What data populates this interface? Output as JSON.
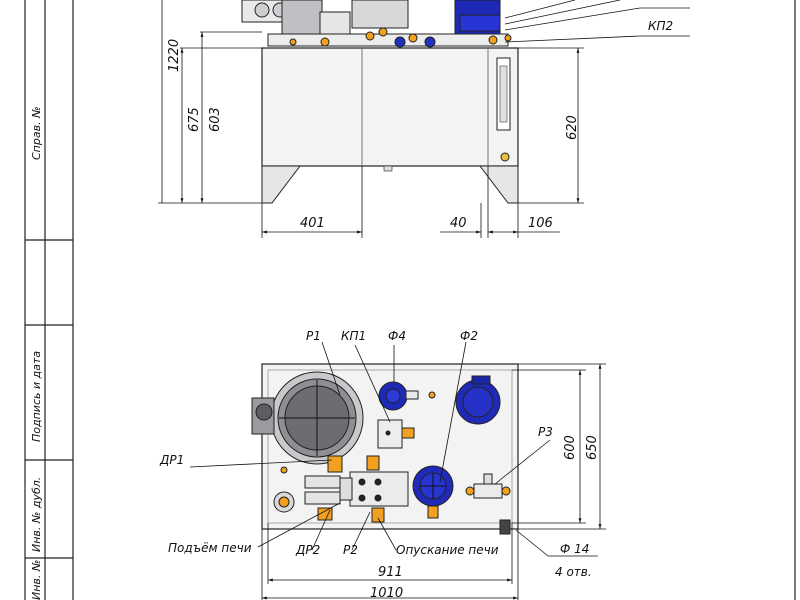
{
  "stamp": {
    "cells": [
      "Справ. №",
      "Подпись и дата",
      "Инв. № дубл.",
      "Инв. №"
    ]
  },
  "front_view": {
    "labels": {
      "kp2": "КП2"
    },
    "dims": {
      "h_total": "1220",
      "h_tank_top": "675",
      "h_tank_body": "603",
      "h_right": "620",
      "w_left": "401",
      "w_gap": "40",
      "w_right": "106"
    }
  },
  "top_view": {
    "labels": {
      "p1": "Р1",
      "kp1": "КП1",
      "f4": "Ф4",
      "f2": "Ф2",
      "dr1": "ДР1",
      "p3": "Р3",
      "lift": "Подъём печи",
      "dr2": "ДР2",
      "p2": "Р2",
      "lower": "Опускание печи"
    },
    "dims": {
      "h_inner": "600",
      "h_outer": "650",
      "hole_dia": "Ф 14",
      "hole_count": "4 отв.",
      "w_inner": "911",
      "w_outer": "1010"
    }
  }
}
